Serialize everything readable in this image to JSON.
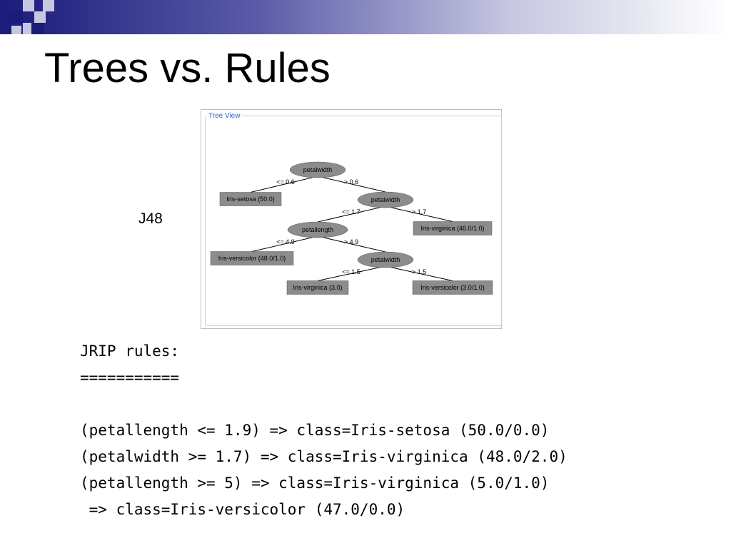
{
  "slide": {
    "title": "Trees vs. Rules",
    "j48_label": "J48",
    "tree_panel_title": "Tree View"
  },
  "colors": {
    "header_dark": "#1b1b7a",
    "header_light": "#c7c7e2",
    "node_fill": "#8c8c8c",
    "panel_title": "#2a5fcf"
  },
  "tree": {
    "nodes": [
      {
        "id": "n1",
        "label": "petalwidth",
        "shape": "ellipse"
      },
      {
        "id": "n2",
        "label": "Iris-setosa (50.0)",
        "shape": "box"
      },
      {
        "id": "n3",
        "label": "petalwidth",
        "shape": "ellipse"
      },
      {
        "id": "n4",
        "label": "petallength",
        "shape": "ellipse"
      },
      {
        "id": "n5",
        "label": "Iris-virginica (46.0/1.0)",
        "shape": "box"
      },
      {
        "id": "n6",
        "label": "Iris-versicolor (48.0/1.0)",
        "shape": "box"
      },
      {
        "id": "n7",
        "label": "petalwidth",
        "shape": "ellipse"
      },
      {
        "id": "n8",
        "label": "Iris-virginica (3.0)",
        "shape": "box"
      },
      {
        "id": "n9",
        "label": "Iris-versicolor (3.0/1.0)",
        "shape": "box"
      }
    ],
    "edges": [
      {
        "from": "n1",
        "to": "n2",
        "label": "<= 0.6"
      },
      {
        "from": "n1",
        "to": "n3",
        "label": "> 0.6"
      },
      {
        "from": "n3",
        "to": "n4",
        "label": "<= 1.7"
      },
      {
        "from": "n3",
        "to": "n5",
        "label": "> 1.7"
      },
      {
        "from": "n4",
        "to": "n6",
        "label": "<= 4.9"
      },
      {
        "from": "n4",
        "to": "n7",
        "label": "> 4.9"
      },
      {
        "from": "n7",
        "to": "n8",
        "label": "<= 1.5"
      },
      {
        "from": "n7",
        "to": "n9",
        "label": "> 1.5"
      }
    ]
  },
  "rules": {
    "heading": "JRIP rules:",
    "underline": "===========",
    "lines": [
      "(petallength <= 1.9) => class=Iris-setosa (50.0/0.0)",
      "(petalwidth >= 1.7) => class=Iris-virginica (48.0/2.0)",
      "(petallength >= 5) => class=Iris-virginica (5.0/1.0)",
      " => class=Iris-versicolor (47.0/0.0)"
    ]
  }
}
